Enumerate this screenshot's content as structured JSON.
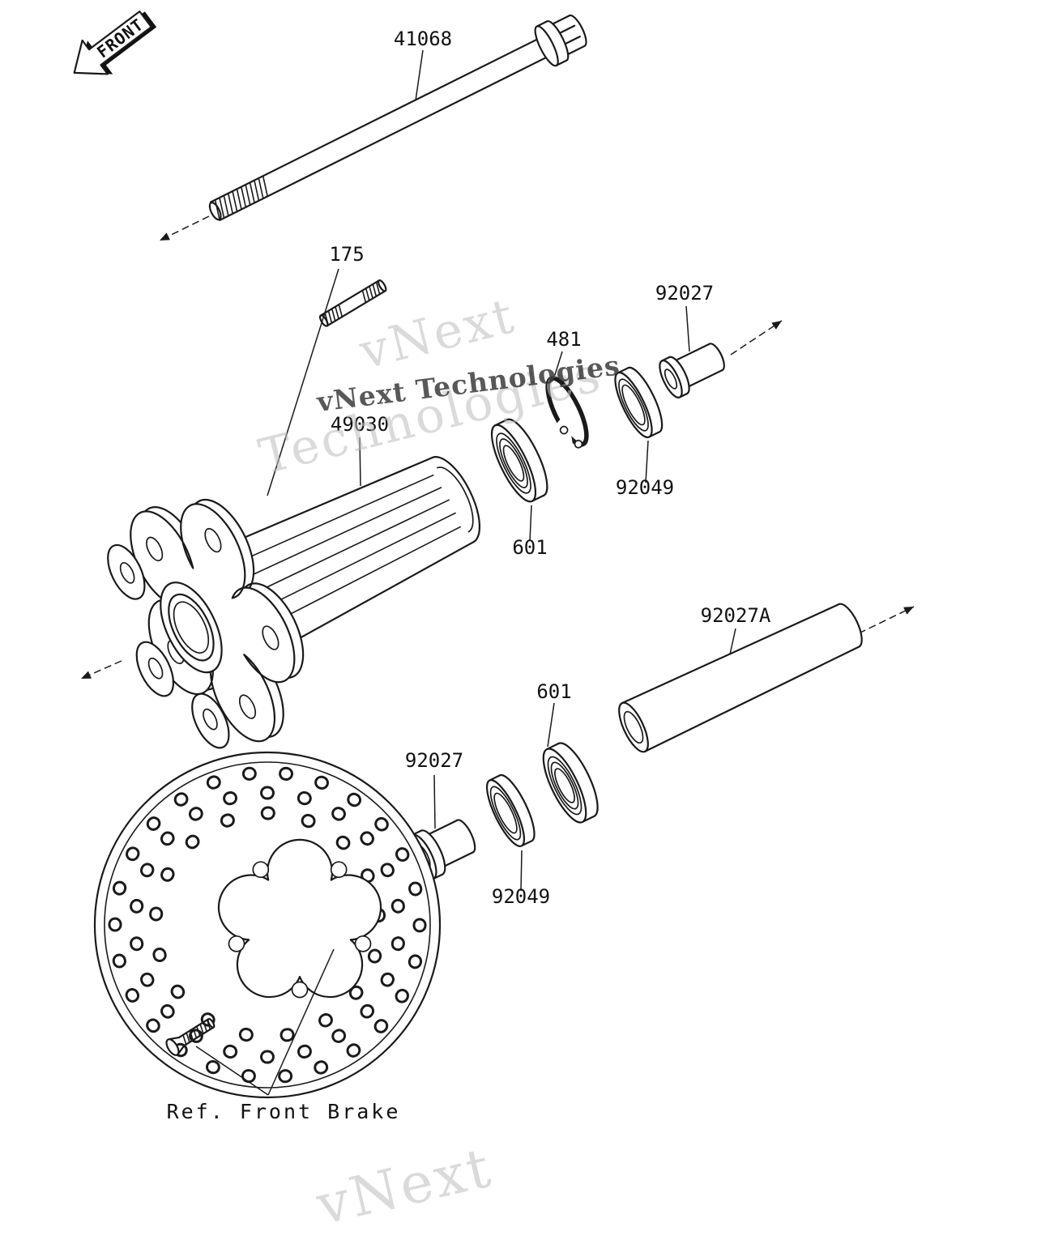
{
  "diagram": {
    "front_label": "FRONT",
    "ref_front_brake": "Ref. Front Brake",
    "watermarks": {
      "big_line1": "vNext",
      "big_line2": "Technologies",
      "inline": "vNext Technologies",
      "bottom": "vNext"
    },
    "labels": {
      "axle": "41068",
      "stud": "175",
      "collar_upper": "92027",
      "circlip": "481",
      "seal_upper": "92049",
      "bearing_upper": "601",
      "hub": "49030",
      "sleeve": "92027A",
      "bearing_lower": "601",
      "collar_lower": "92027",
      "seal_lower": "92049"
    }
  }
}
